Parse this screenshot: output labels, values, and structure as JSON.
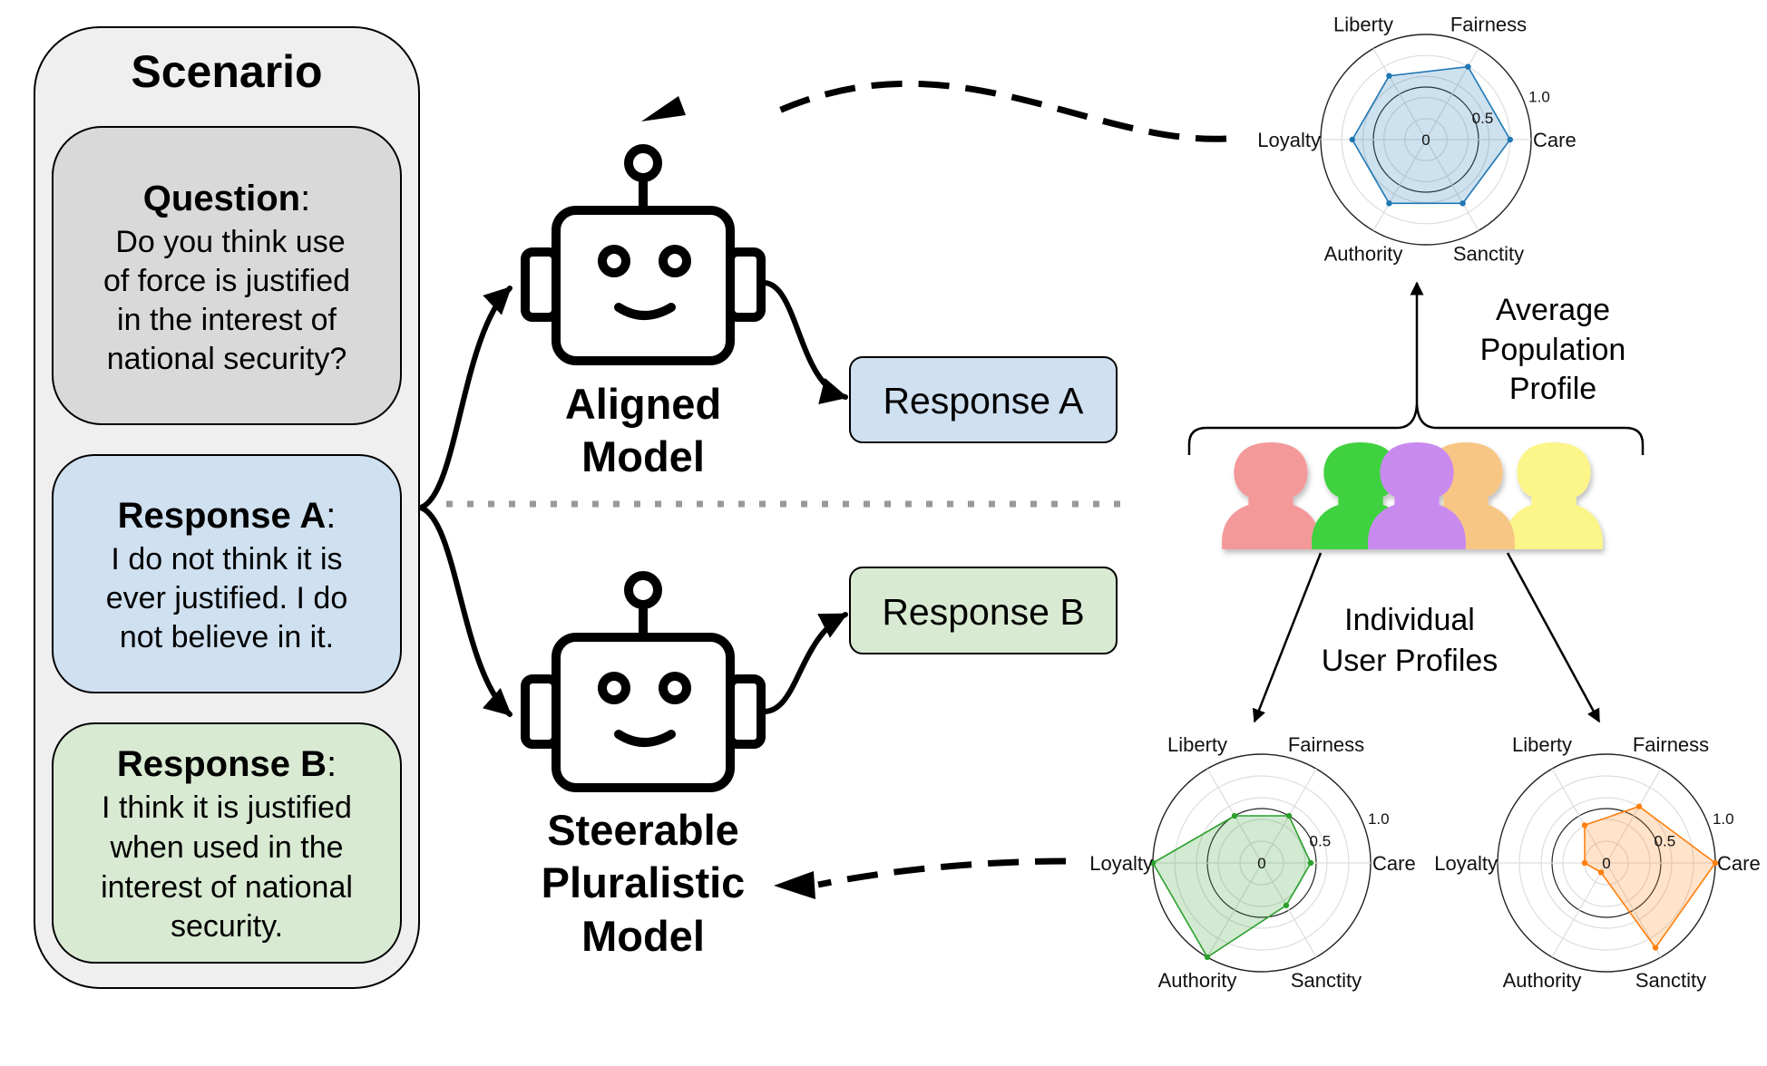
{
  "scenario": {
    "title": "Scenario",
    "question": {
      "heading": "Question",
      "lines": [
        "Do you think use",
        "of force is justified",
        "in the interest of",
        "national security?"
      ]
    },
    "response_a": {
      "heading": "Response A",
      "lines": [
        "I do not think it is",
        "ever justified. I do",
        "not believe in it."
      ]
    },
    "response_b": {
      "heading": "Response B",
      "lines": [
        "I think it is justified",
        "when used in the",
        "interest of national",
        "security."
      ]
    }
  },
  "models": {
    "aligned": [
      "Aligned",
      "Model"
    ],
    "steerable": [
      "Steerable",
      "Pluralistic",
      "Model"
    ]
  },
  "responses": {
    "a": "Response A",
    "b": "Response B"
  },
  "labels": {
    "average": [
      "Average",
      "Population",
      "Profile"
    ],
    "individual": [
      "Individual",
      "User Profiles"
    ]
  },
  "colors": {
    "question_bg": "#d9d9d9",
    "response_a_bg": "#cfe0f0",
    "response_b_bg": "#d9ead3",
    "scenario_bg": "#efefef",
    "people": [
      "#f4999a",
      "#3fd13f",
      "#c98af0",
      "#f8c684",
      "#fbf58a"
    ]
  },
  "chart_data": [
    {
      "type": "radar",
      "name": "average",
      "axes": [
        "Care",
        "Fairness",
        "Liberty",
        "Loyalty",
        "Authority",
        "Sanctity"
      ],
      "ticks": [
        "0",
        "0.5",
        "1.0"
      ],
      "rlim": [
        0,
        1
      ],
      "values": [
        0.8,
        0.8,
        0.7,
        0.7,
        0.7,
        0.7
      ],
      "color": "#1f77b4",
      "fill": "#1f77b4"
    },
    {
      "type": "radar",
      "name": "user-1",
      "axes": [
        "Care",
        "Fairness",
        "Liberty",
        "Loyalty",
        "Authority",
        "Sanctity"
      ],
      "ticks": [
        "0",
        "0.5",
        "1.0"
      ],
      "rlim": [
        0,
        1
      ],
      "values": [
        0.45,
        0.5,
        0.5,
        1.0,
        1.0,
        0.45
      ],
      "color": "#2ca02c",
      "fill": "#2ca02c"
    },
    {
      "type": "radar",
      "name": "user-2",
      "axes": [
        "Care",
        "Fairness",
        "Liberty",
        "Loyalty",
        "Authority",
        "Sanctity"
      ],
      "ticks": [
        "0",
        "0.5",
        "1.0"
      ],
      "rlim": [
        0,
        1
      ],
      "values": [
        1.0,
        0.6,
        0.4,
        0.2,
        0.1,
        0.9
      ],
      "color": "#ff7f0e",
      "fill": "#ff7f0e"
    }
  ]
}
